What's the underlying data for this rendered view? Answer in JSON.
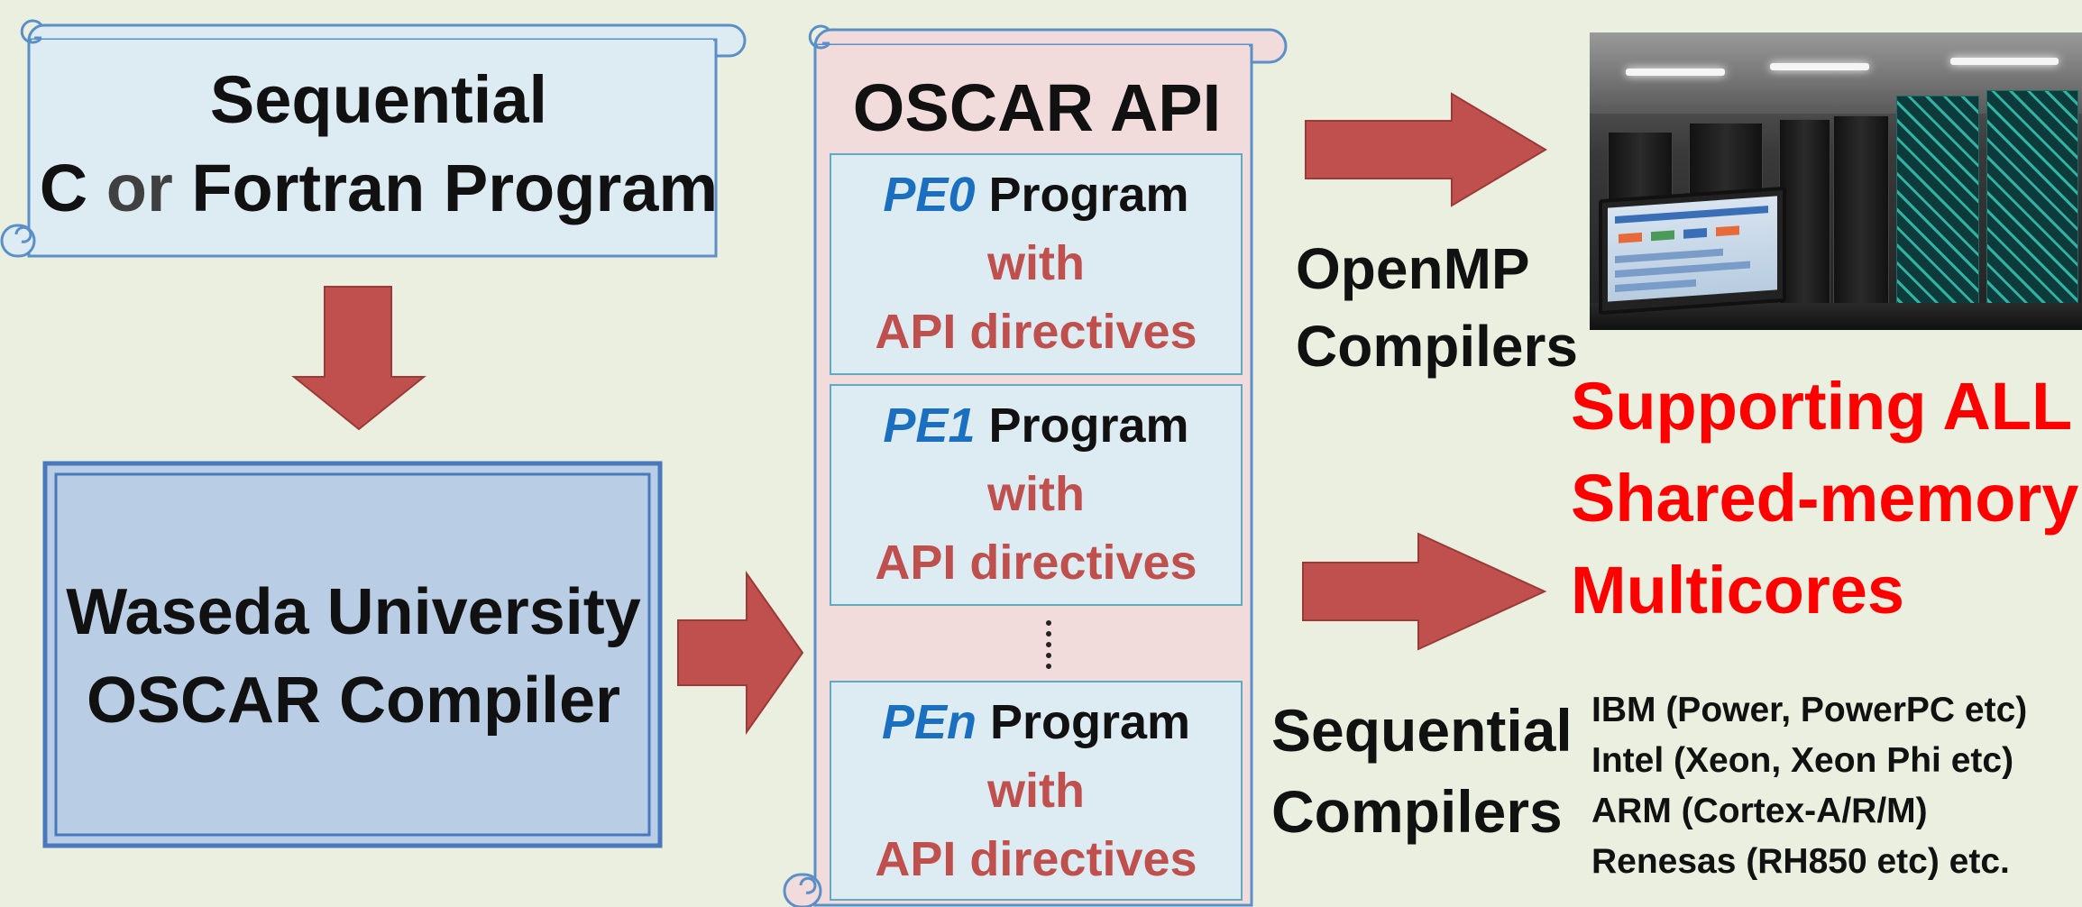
{
  "sequential_program": {
    "line1": "Sequential",
    "line2_c": "C",
    "line2_or": "or",
    "line2_rest": "Fortran Program"
  },
  "compiler": {
    "line1": "Waseda University",
    "line2": "OSCAR Compiler"
  },
  "oscar_api": {
    "title": "OSCAR API",
    "programs": [
      {
        "pe": "PE0",
        "program": "Program",
        "with": "with",
        "directives": "API directives"
      },
      {
        "pe": "PE1",
        "program": "Program",
        "with": "with",
        "directives": "API directives"
      },
      {
        "pe": "PEn",
        "program": "Program",
        "with": "with",
        "directives": "API directives"
      }
    ]
  },
  "openmp": {
    "line1": "OpenMP",
    "line2": "Compilers"
  },
  "sequential_compilers": {
    "line1": "Sequential",
    "line2": "Compilers"
  },
  "support": {
    "line1": "Supporting ALL",
    "line2": "Shared-memory",
    "line3": "Multicores"
  },
  "vendors": [
    "IBM (Power, PowerPC etc)",
    "Intel (Xeon, Xeon Phi etc)",
    "ARM (Cortex-A/R/M)",
    "Renesas (RH850 etc) etc."
  ],
  "colors": {
    "background": "#ebefdf",
    "arrow": "#c0504d",
    "pe_label": "#1a6fc0",
    "directive_text": "#c0504d",
    "support_text": "#ff0000",
    "scroll_fill": "#dcecf2",
    "api_scroll_fill": "#f2dcdb",
    "compiler_box_fill": "#b9cde5"
  },
  "icons": {
    "photo": "supercomputer-photo",
    "arrows": "block-arrow"
  }
}
